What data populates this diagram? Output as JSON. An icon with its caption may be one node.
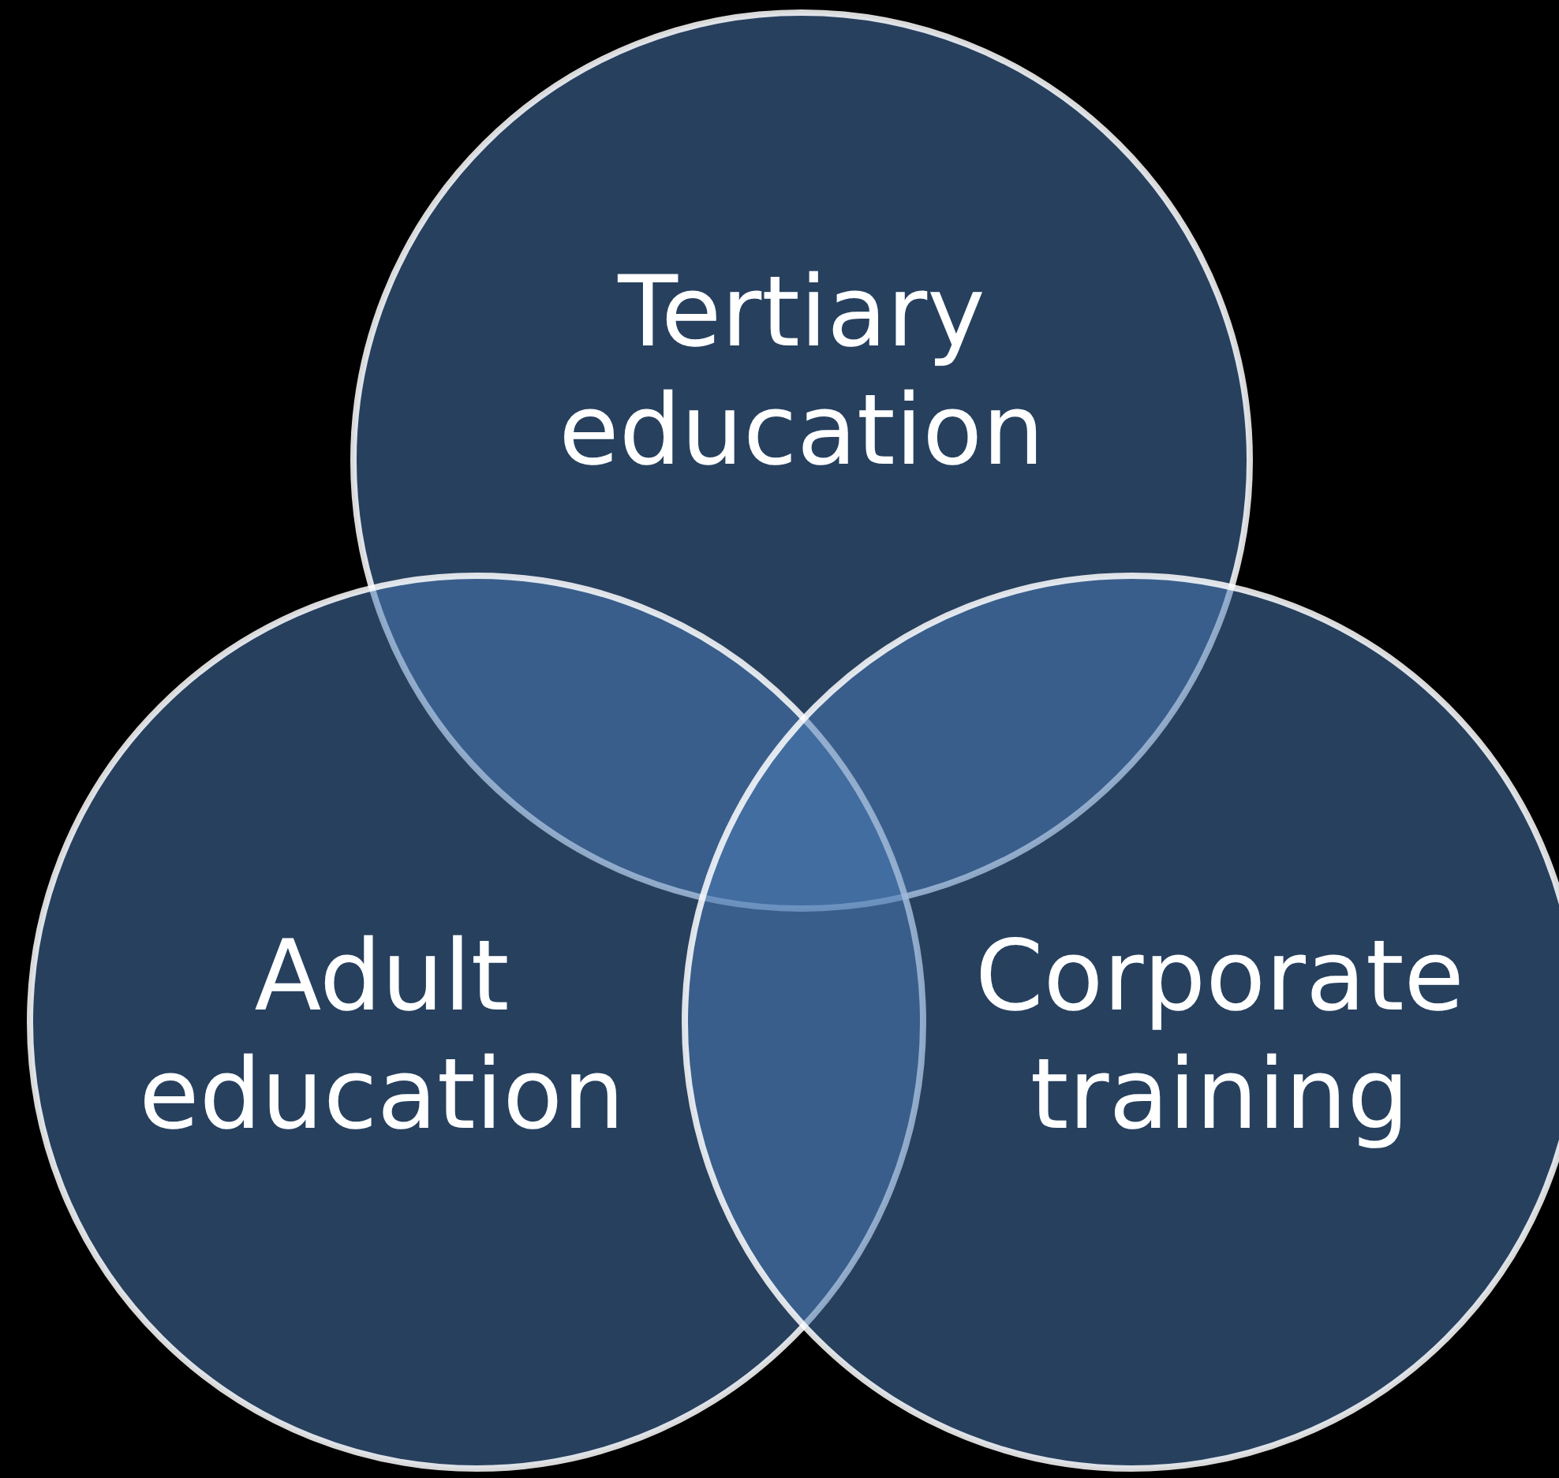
{
  "diagram": {
    "nodes": [
      {
        "text": [
          "Tertiary education"
        ]
      },
      {
        "text": [
          "Adult education"
        ]
      },
      {
        "text": [
          "Corporate training"
        ]
      }
    ],
    "edges": []
  }
}
